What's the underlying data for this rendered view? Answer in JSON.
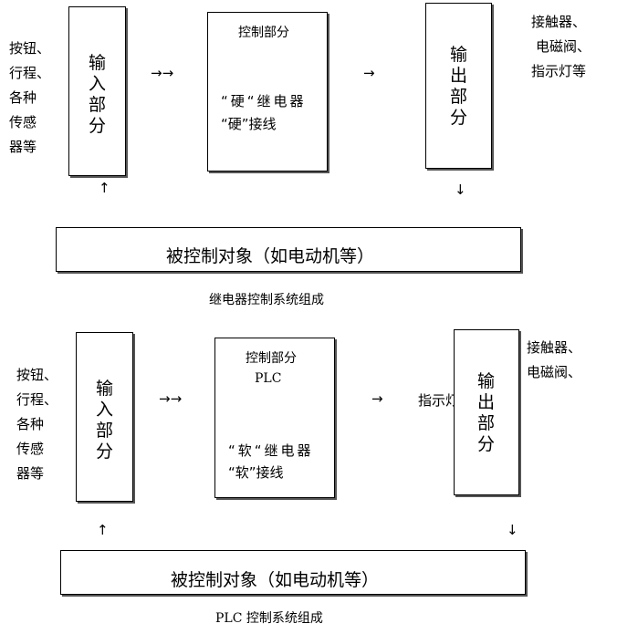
{
  "top": {
    "inputs_label": [
      "按钮、",
      "行程、",
      "各种",
      "传感",
      "器等"
    ],
    "input_box": "输入部分",
    "control_title": "控制部分",
    "control_line1": "“硬“继电器",
    "control_line2": "“硬”接线",
    "output_box": "输出部分",
    "outputs_label": [
      "接触器、",
      "电磁阀、",
      "指示灯等"
    ],
    "arrow_in": "→→",
    "arrow_out": "→",
    "arrow_up": "↑",
    "arrow_down": "↓",
    "object_box": "被控制对象（如电动机等）",
    "caption": "继电器控制系统组成"
  },
  "bottom": {
    "inputs_label": [
      "按钮、",
      "行程、",
      "各种",
      "传感",
      "器等"
    ],
    "input_box": "输入部分",
    "control_title": "控制部分",
    "control_plc": "PLC",
    "control_line1": "“软“继电器",
    "control_line2": "“软”接线",
    "output_box": "输出部分",
    "outputs_label": [
      "接触器、",
      "电磁阀、"
    ],
    "indicator": "指示灯",
    "arrow_in": "→→",
    "arrow_out": "→",
    "arrow_up": "↑",
    "arrow_down": "↓",
    "object_box": "被控制对象（如电动机等）",
    "caption": "PLC 控制系统组成"
  }
}
